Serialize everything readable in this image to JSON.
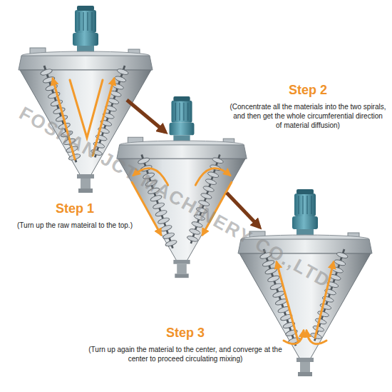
{
  "diagram": {
    "nodes": [
      {
        "text": [
          "Step 1",
          "(Turn up the raw mateiral to the top.)"
        ]
      },
      {
        "text": [
          "Step 2",
          "(Concentrate all the materials into the two spirals, and then get the whole circumferential direction of material diffusion)"
        ]
      },
      {
        "text": [
          "Step 3",
          "(Turn up again the material to the center, and converge at the center to proceed circulating mixing)"
        ]
      }
    ],
    "labels": [
      "FOSHAN JCT MACHINERY CO.,LTD"
    ]
  }
}
